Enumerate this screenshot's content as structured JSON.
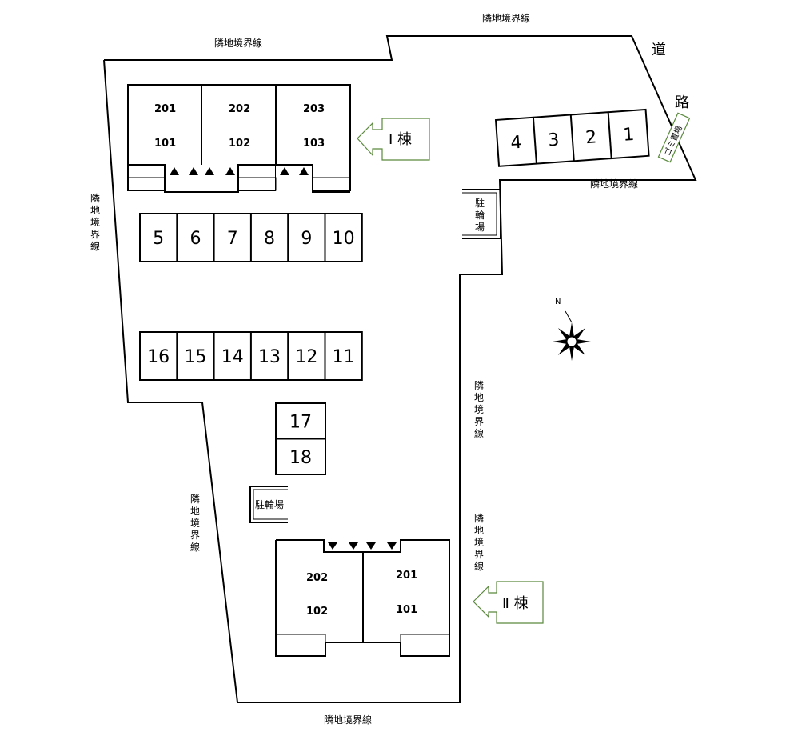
{
  "boundary_label": "隣地境界線",
  "road_chars": [
    "道",
    "路"
  ],
  "bike_parking_label": "駐輪場",
  "bike_parking_vertical_chars": [
    "駐",
    "輪",
    "場"
  ],
  "garbage_label": "ゴミ置場",
  "north_label": "N",
  "building1": {
    "tag": "Ⅰ 棟",
    "units": [
      {
        "upper": "201",
        "lower": "101"
      },
      {
        "upper": "202",
        "lower": "102"
      },
      {
        "upper": "203",
        "lower": "103"
      }
    ]
  },
  "building2": {
    "tag": "Ⅱ 棟",
    "units": [
      {
        "upper": "202",
        "lower": "102"
      },
      {
        "upper": "201",
        "lower": "101"
      }
    ]
  },
  "parking": {
    "top_right": [
      "4",
      "3",
      "2",
      "1"
    ],
    "row_a": [
      "5",
      "6",
      "7",
      "8",
      "9",
      "10"
    ],
    "row_b": [
      "16",
      "15",
      "14",
      "13",
      "12",
      "11"
    ],
    "stack": [
      "17",
      "18"
    ]
  },
  "colors": {
    "line": "#000000",
    "tag_border": "#5a8a3c",
    "garbage_border": "#5a8a3c"
  }
}
